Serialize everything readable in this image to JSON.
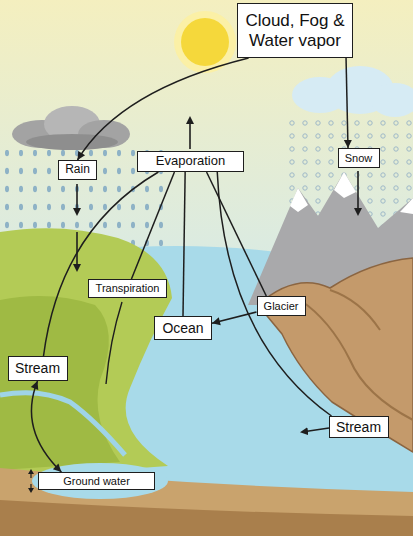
{
  "diagram": {
    "nodes": [
      {
        "text": [
          "Cloud, Fog & Water vapor"
        ]
      },
      {
        "text": [
          "Snow"
        ]
      },
      {
        "text": [
          "Evaporation"
        ]
      },
      {
        "text": [
          "Rain"
        ]
      },
      {
        "text": [
          "Transpiration"
        ]
      },
      {
        "text": [
          "Glacier"
        ]
      },
      {
        "text": [
          "Ocean"
        ]
      },
      {
        "text": [
          "Stream"
        ]
      },
      {
        "text": [
          "Stream"
        ]
      },
      {
        "text": [
          "Ground water"
        ]
      }
    ],
    "edges": [
      {
        "from": 0,
        "to": 3,
        "arrow": "to"
      },
      {
        "from": 0,
        "to": 1,
        "arrow": "to"
      },
      {
        "from": 2,
        "to": 7,
        "arrow": "none"
      },
      {
        "from": 2,
        "to": 4,
        "arrow": "none"
      },
      {
        "from": 2,
        "to": 6,
        "arrow": "none"
      },
      {
        "from": 2,
        "to": 5,
        "arrow": "none"
      },
      {
        "from": 2,
        "to": 8,
        "arrow": "none"
      },
      {
        "from": 5,
        "to": 6,
        "arrow": "to"
      },
      {
        "from": 7,
        "to": 9,
        "arrow": "both"
      }
    ]
  }
}
